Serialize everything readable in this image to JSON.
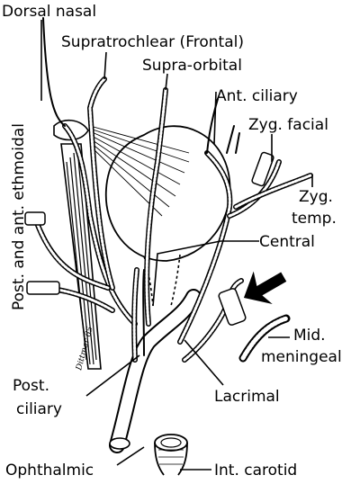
{
  "labels": {
    "dorsal_nasal": "Dorsal nasal",
    "supratrochlear": "Supratrochlear (Frontal)",
    "supra_orbital": "Supra-orbital",
    "ant_ciliary": "Ant. ciliary",
    "zyg_facial": "Zyg. facial",
    "zyg_temp_1": "Zyg.",
    "zyg_temp_2": "temp.",
    "post_ant_ethmoidal": "Post. and ant. ethmoidal",
    "central": "Central",
    "mid_meningeal_1": "Mid.",
    "mid_meningeal_2": "meningeal",
    "post_ciliary_1": "Post.",
    "post_ciliary_2": "ciliary",
    "lacrimal": "Lacrimal",
    "ophthalmic": "Ophthalmic",
    "int_carotid": "Int. carotid"
  },
  "signature": "Dittmar 65",
  "colors": {
    "ink": "#000000",
    "paper": "#ffffff"
  }
}
